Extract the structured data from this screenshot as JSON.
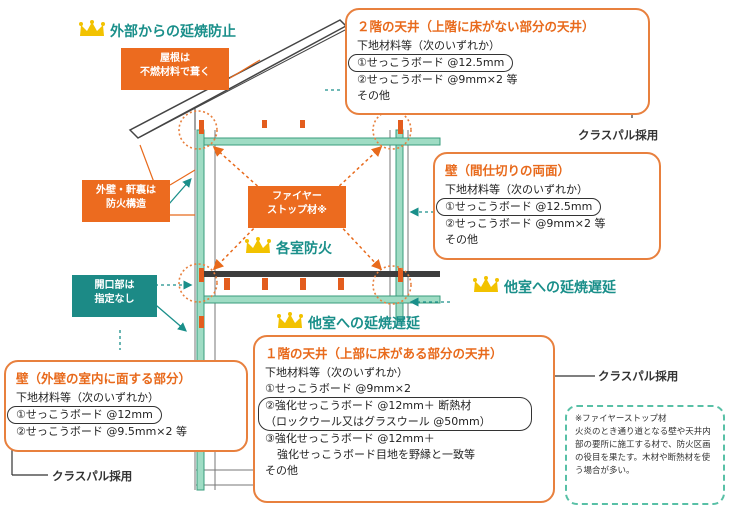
{
  "headings": {
    "exterior": "外部からの延焼防止",
    "each_room": "各室防火",
    "other_room_right": "他室への延焼遅延",
    "other_room_center": "他室への延焼遅延"
  },
  "tags": {
    "roof": [
      "屋根は",
      "不燃材料で葺く"
    ],
    "wall": [
      "外壁・軒裏は",
      "防火構造"
    ],
    "opening": [
      "開口部は",
      "指定なし"
    ],
    "firestop": [
      "ファイヤー",
      "ストップ材※"
    ]
  },
  "boxes": {
    "ceiling2": {
      "title": "２階の天井（上階に床がない部分の天井）",
      "sub": "下地材料等（次のいずれか）",
      "opt1": "①せっこうボード @12.5mm",
      "opt2": "②せっこうボード @9mm×2 等",
      "other": "その他"
    },
    "partition": {
      "title": "壁（間仕切りの両面）",
      "sub": "下地材料等（次のいずれか）",
      "opt1": "①せっこうボード @12.5mm",
      "opt2": "②せっこうボード @9mm×2 等",
      "other": "その他"
    },
    "exterior_wall": {
      "title": "壁（外壁の室内に面する部分）",
      "sub": "下地材料等（次のいずれか）",
      "opt1": "①せっこうボード @12mm",
      "opt2": "②せっこうボード @9.5mm×2 等"
    },
    "ceiling1": {
      "title": "１階の天井（上部に床がある部分の天井）",
      "sub": "下地材料等（次のいずれか）",
      "opt1": "①せっこうボード @9mm×2",
      "opt2a": "②強化せっこうボード @12mm＋ 断熱材",
      "opt2b": "（ロックウール又はグラスウール @50mm）",
      "opt3a": "③強化せっこうボード @12mm＋",
      "opt3b": "強化せっこうボード目地を野縁と一致等",
      "other": "その他"
    }
  },
  "callouts": {
    "top_right": "クラスパル採用",
    "right_mid": "クラスパル採用",
    "bottom_left": "クラスパル採用"
  },
  "note": {
    "title": "※ファイヤーストップ材",
    "body": "火炎のとき通り道となる壁や天井内部の要所に施工する材で、防火区画の役目を果たす。木材や断熱材を使う場合が多い。"
  },
  "colors": {
    "accent_orange": "#e8803e",
    "teal": "#1a8f8a",
    "framing_green": "#9fdcc4",
    "crown_yellow": "#f2c200"
  }
}
